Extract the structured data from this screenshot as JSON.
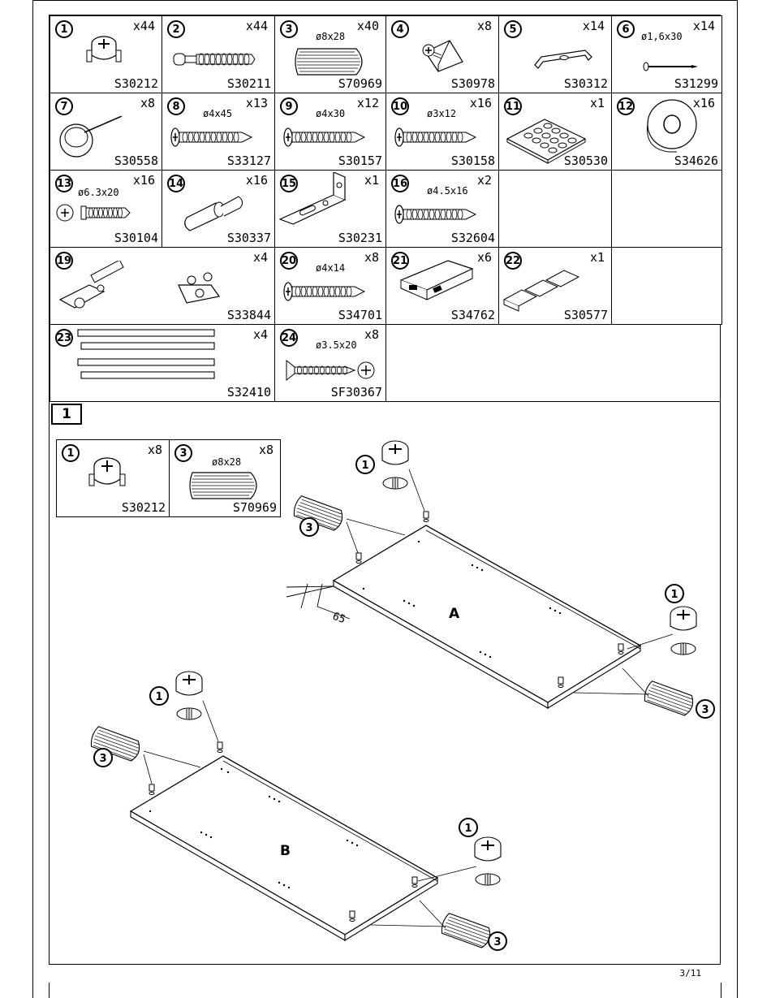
{
  "parts": [
    {
      "num": "1",
      "qty": "x44",
      "code": "S30212",
      "dim": "",
      "icon": "cam-lock-icon"
    },
    {
      "num": "2",
      "qty": "x44",
      "code": "S30211",
      "dim": "",
      "icon": "cam-bolt-icon"
    },
    {
      "num": "3",
      "qty": "x40",
      "code": "S70969",
      "dim": "ø8x28",
      "icon": "wooden-dowel-icon"
    },
    {
      "num": "4",
      "qty": "x8",
      "code": "S30978",
      "dim": "",
      "icon": "corner-block-icon"
    },
    {
      "num": "5",
      "qty": "x14",
      "code": "S30312",
      "dim": "",
      "icon": "back-panel-clip-icon"
    },
    {
      "num": "6",
      "qty": "x14",
      "code": "S31299",
      "dim": "ø1,6x30",
      "icon": "nail-icon"
    },
    {
      "num": "7",
      "qty": "x8",
      "code": "S30558",
      "dim": "",
      "icon": "furniture-glide-icon"
    },
    {
      "num": "8",
      "qty": "x13",
      "code": "S33127",
      "dim": "ø4x45",
      "icon": "screw-icon"
    },
    {
      "num": "9",
      "qty": "x12",
      "code": "S30157",
      "dim": "ø4x30",
      "icon": "screw-icon"
    },
    {
      "num": "10",
      "qty": "x16",
      "code": "S30158",
      "dim": "ø3x12",
      "icon": "screw-icon"
    },
    {
      "num": "11",
      "qty": "x1",
      "code": "S30530",
      "dim": "",
      "icon": "bumper-sheet-icon"
    },
    {
      "num": "12",
      "qty": "x16",
      "code": "S34626",
      "dim": "",
      "icon": "screw-cap-icon"
    },
    {
      "num": "13",
      "qty": "x16",
      "code": "S30104",
      "dim": "ø6.3x20",
      "icon": "euro-screw-icon"
    },
    {
      "num": "14",
      "qty": "x16",
      "code": "S30337",
      "dim": "",
      "icon": "shelf-pin-icon"
    },
    {
      "num": "15",
      "qty": "x1",
      "code": "S30231",
      "dim": "",
      "icon": "angle-bracket-icon"
    },
    {
      "num": "16",
      "qty": "x2",
      "code": "S32604",
      "dim": "ø4.5x16",
      "icon": "screw-icon"
    },
    {
      "num": "19",
      "qty": "x4",
      "code": "S33844",
      "dim": "",
      "icon": "cabinet-hinge-icon"
    },
    {
      "num": "20",
      "qty": "x8",
      "code": "S34701",
      "dim": "ø4x14",
      "icon": "screw-icon"
    },
    {
      "num": "21",
      "qty": "x6",
      "code": "S34762",
      "dim": "",
      "icon": "connector-block-icon"
    },
    {
      "num": "22",
      "qty": "x1",
      "code": "S30577",
      "dim": "",
      "icon": "felt-pads-icon"
    },
    {
      "num": "23",
      "qty": "x4",
      "code": "S32410",
      "dim": "",
      "icon": "drawer-runner-icon"
    },
    {
      "num": "24",
      "qty": "x8",
      "code": "SF30367",
      "dim": "ø3.5x20",
      "icon": "countersunk-screw-icon"
    }
  ],
  "step": {
    "number": "1",
    "parts": [
      {
        "num": "1",
        "qty": "x8",
        "code": "S30212",
        "dim": ""
      },
      {
        "num": "3",
        "qty": "x8",
        "code": "S70969",
        "dim": "ø8x28"
      }
    ],
    "panels": {
      "a": "A",
      "b": "B"
    },
    "callouts": {
      "cam": "1",
      "dowel": "3"
    },
    "dimension": "65"
  },
  "page_number": "3/11"
}
